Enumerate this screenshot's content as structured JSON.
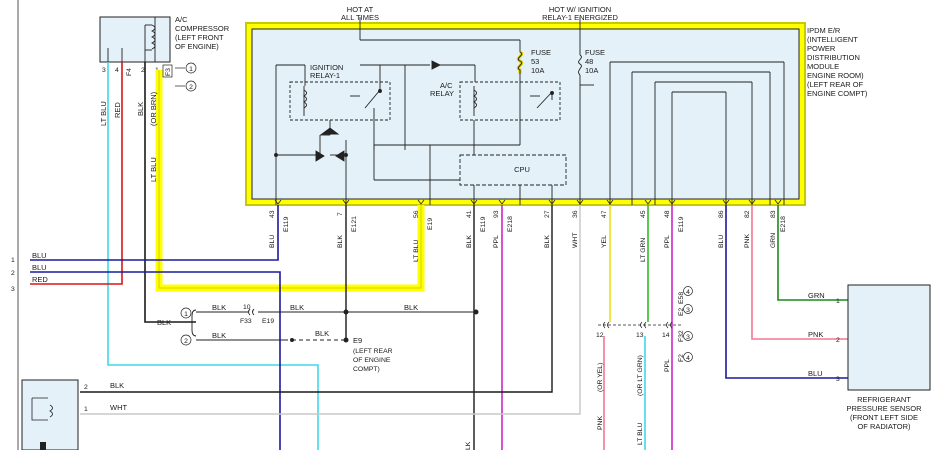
{
  "compressor": {
    "label": [
      "A/C",
      "COMPRESSOR",
      "(LEFT FRONT",
      "OF ENGINE)"
    ],
    "pins": [
      "3",
      "4",
      "2",
      "1"
    ],
    "conn_ids": [
      "F4",
      "F3"
    ],
    "wires": [
      "LT BLU",
      "RED",
      "BLK",
      "LT BLU",
      "(OR BRN)"
    ],
    "notes": [
      "1",
      "2"
    ]
  },
  "ipdm": {
    "label": [
      "IPDM E/R",
      "(INTELLIGENT",
      "POWER",
      "DISTRIBUTION",
      "MODULE",
      "ENGINE ROOM)",
      "(LEFT REAR OF",
      "ENGINE COMPT)"
    ],
    "hot_at_all_times": [
      "HOT AT",
      "ALL TIMES"
    ],
    "hot_w_ignition": [
      "HOT W/ IGNITION",
      "RELAY-1 ENERGIZED"
    ],
    "ign_relay": [
      "IGNITION",
      "RELAY-1"
    ],
    "ac_relay": [
      "A/C",
      "RELAY"
    ],
    "fuse53": [
      "FUSE",
      "53",
      "10A"
    ],
    "fuse48": [
      "FUSE",
      "48",
      "10A"
    ],
    "cpu": "CPU"
  },
  "ipdm_pins": [
    {
      "pin": "43",
      "conn": "E119",
      "wire": "BLU"
    },
    {
      "pin": "7",
      "conn": "E121",
      "wire": "BLK"
    },
    {
      "pin": "56",
      "conn": "E19",
      "wire": "LT BLU"
    },
    {
      "pin": "41",
      "conn": "E119",
      "wire": "BLK"
    },
    {
      "pin": "93",
      "conn": "E218",
      "wire": "PPL"
    },
    {
      "pin": "27",
      "conn": "",
      "wire": "BLK"
    },
    {
      "pin": "36",
      "conn": "",
      "wire": "WHT"
    },
    {
      "pin": "47",
      "conn": "",
      "wire": "YEL"
    },
    {
      "pin": "45",
      "conn": "",
      "wire": "LT GRN"
    },
    {
      "pin": "48",
      "conn": "E119",
      "wire": "PPL"
    },
    {
      "pin": "86",
      "conn": "",
      "wire": "BLU"
    },
    {
      "pin": "82",
      "conn": "",
      "wire": "PNK"
    },
    {
      "pin": "83",
      "conn": "E218",
      "wire": "GRN"
    }
  ],
  "left_refs": [
    {
      "num": "1",
      "wire": "BLU"
    },
    {
      "num": "2",
      "wire": "BLU"
    },
    {
      "num": "3",
      "wire": "RED"
    }
  ],
  "ground": {
    "blk": [
      "BLK",
      "BLK",
      "BLK",
      "BLK",
      "BLK"
    ],
    "pin10": "10",
    "f33": "F33",
    "e19": "E19",
    "e9": "E9",
    "e9_desc": [
      "(LEFT REAR",
      "OF ENGINE",
      "COMPT)"
    ],
    "notes": [
      "1",
      "2"
    ]
  },
  "junction": {
    "pins": [
      "12",
      "13",
      "14"
    ],
    "wires_below": [
      "PNK",
      "(OR YEL)",
      "LT BLU",
      "(OR LT GRN)",
      "PPL"
    ],
    "conns": [
      "E58",
      "E2",
      "F32",
      "F2"
    ],
    "notes": [
      "4",
      "3",
      "3",
      "4"
    ]
  },
  "bottom_conn": {
    "pins": [
      "2",
      "1"
    ],
    "wires": [
      "BLK",
      "WHT"
    ],
    "cut_label": "LK"
  },
  "sensor": {
    "label": [
      "REFRIGERANT",
      "PRESSURE SENSOR",
      "(FRONT LEFT SIDE",
      "OF RADIATOR)"
    ],
    "pins": [
      {
        "num": "1",
        "wire": "GRN"
      },
      {
        "num": "2",
        "wire": "PNK"
      },
      {
        "num": "3",
        "wire": "BLU"
      }
    ]
  },
  "colors": {
    "highlight_fill": "#ffff00",
    "highlight_outer": "#c8c800",
    "module_fill": "#e4f1f9",
    "blu": "#1a1a9c",
    "red": "#d61818",
    "lt_blu": "#40d8e8",
    "ppl": "#c828c8",
    "yel": "#f0e010",
    "lt_grn": "#30c020",
    "grn": "#1a8a1a",
    "pnk": "#f07890",
    "wht": "#c8c8c8",
    "blk": "#1a1a1a"
  }
}
